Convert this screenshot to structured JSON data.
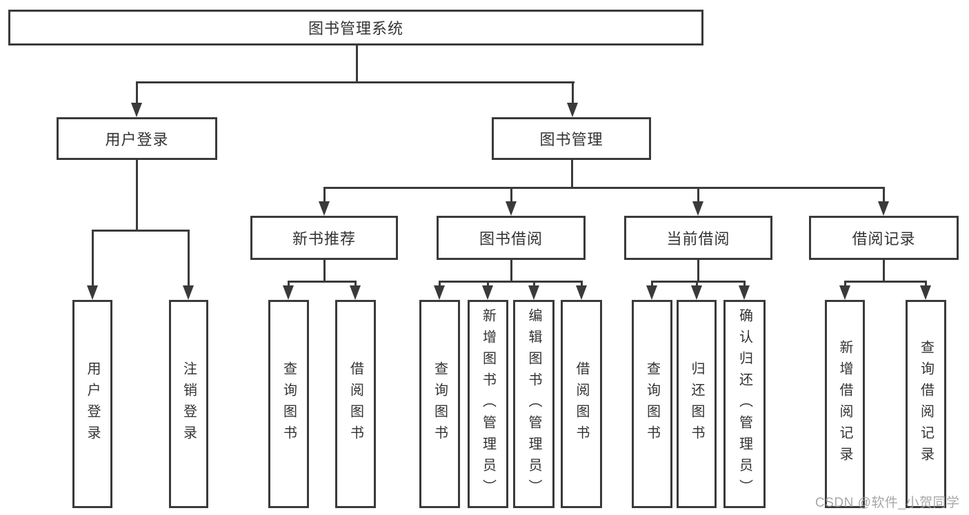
{
  "diagram": {
    "root": {
      "label": "图书管理系统"
    },
    "branches": [
      {
        "label": "用户登录",
        "children": [
          {
            "label": "用户登录"
          },
          {
            "label": "注销登录"
          }
        ]
      },
      {
        "label": "图书管理",
        "children": [
          {
            "label": "新书推荐",
            "children": [
              {
                "label": "查询图书"
              },
              {
                "label": "借阅图书"
              }
            ]
          },
          {
            "label": "图书借阅",
            "children": [
              {
                "label": "查询图书"
              },
              {
                "label": "新增图书（管理员）"
              },
              {
                "label": "编辑图书（管理员）"
              },
              {
                "label": "借阅图书"
              }
            ]
          },
          {
            "label": "当前借阅",
            "children": [
              {
                "label": "查询图书"
              },
              {
                "label": "归还图书"
              },
              {
                "label": "确认归还（管理员）"
              }
            ]
          },
          {
            "label": "借阅记录",
            "children": [
              {
                "label": "新增借阅记录"
              },
              {
                "label": "查询借阅记录"
              }
            ]
          }
        ]
      }
    ]
  },
  "watermark": {
    "text": "CSDN @软件_小贺同学"
  },
  "colors": {
    "line": "#3a3a3a",
    "text": "#333333",
    "background": "#ffffff",
    "watermark": "#9e9e9e"
  }
}
